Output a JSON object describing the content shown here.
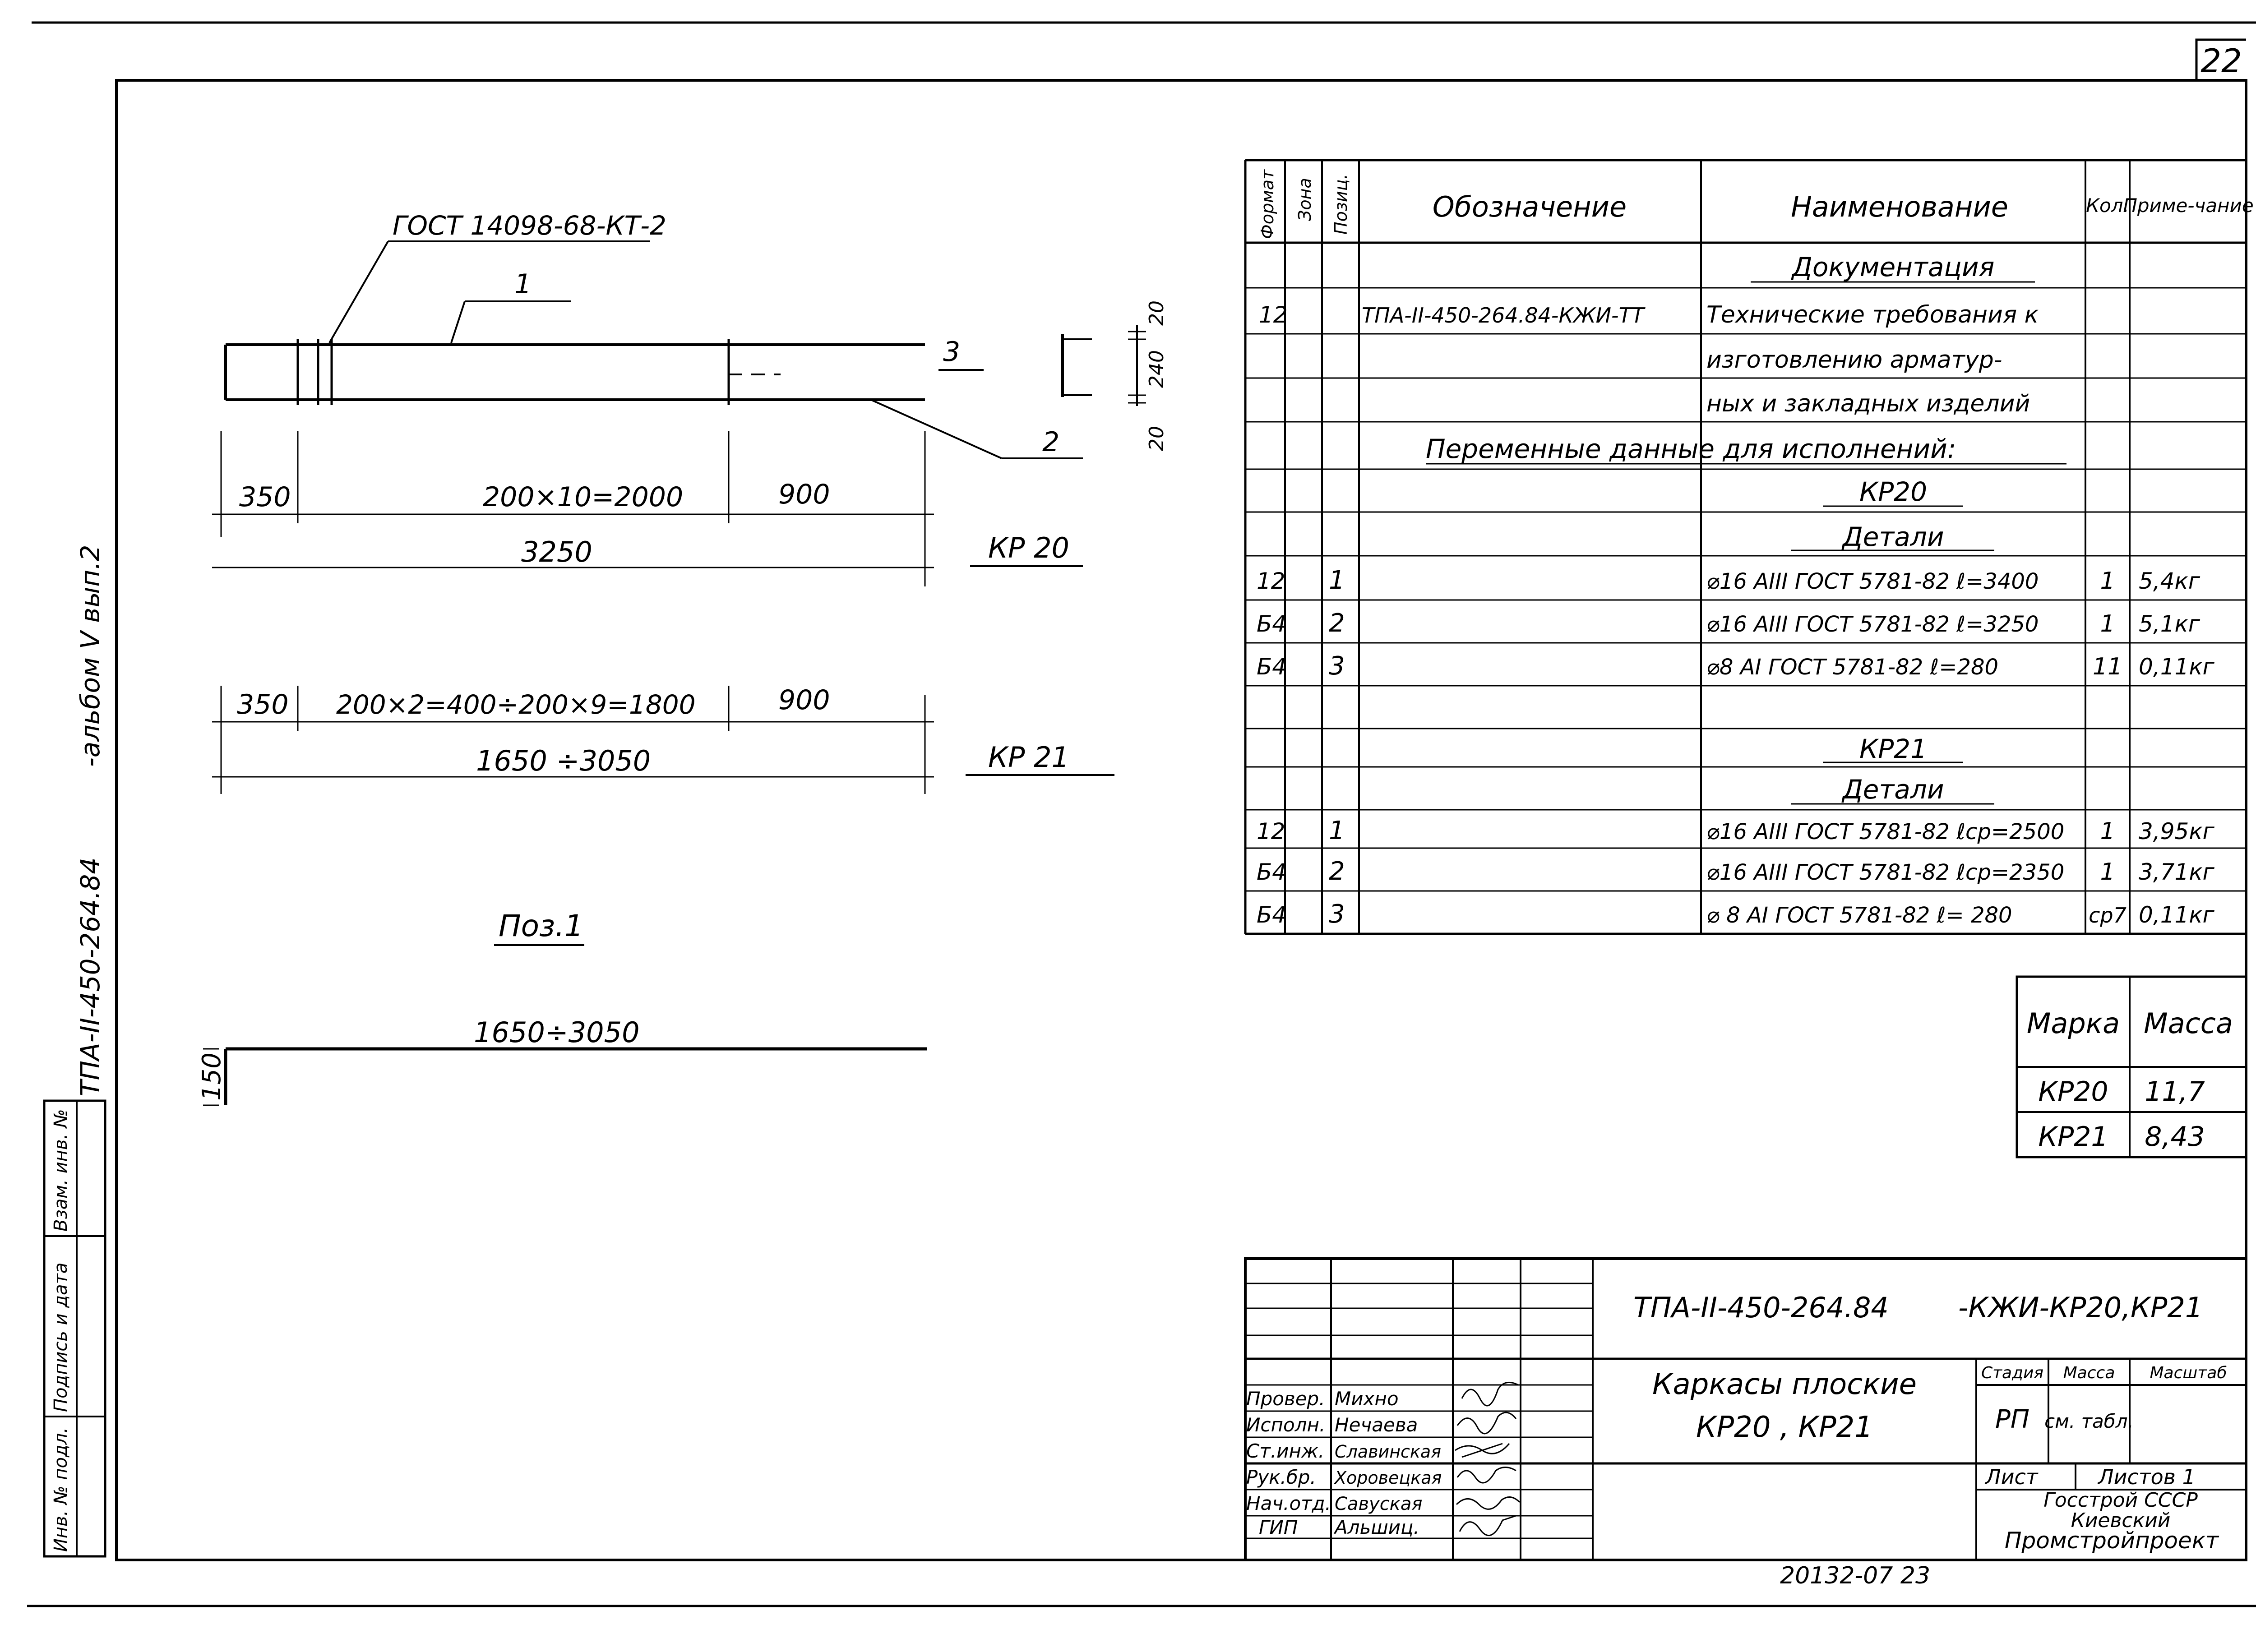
{
  "sheet_number": "22",
  "left_margin": {
    "doc_code": "ТПА-II-450-264.84",
    "album": "-альбом V вып.2",
    "stamp_cells": [
      "Инв. № подл.",
      "Подпись и дата",
      "Взам. инв. №"
    ]
  },
  "drawing": {
    "gost_label": "ГОСТ 14098-68-КТ-2",
    "pos_1": "1",
    "pos_2": "2",
    "pos_3": "3",
    "dim_20_top": "20",
    "dim_240": "240",
    "dim_20_bottom": "20",
    "kp20": {
      "dim_350": "350",
      "dim_mid": "200×10=2000",
      "dim_900": "900",
      "dim_total": "3250",
      "label": "КР 20"
    },
    "kp21": {
      "dim_350": "350",
      "dim_mid": "200×2=400÷200×9=1800",
      "dim_900": "900",
      "dim_total": "1650 ÷3050",
      "label": "КР 21"
    },
    "poz1": {
      "title": "Поз.1",
      "dim_length": "1650÷3050",
      "dim_150": "150"
    }
  },
  "spec": {
    "headers": {
      "format": "Формат",
      "zone": "Зона",
      "pos": "Позиц.",
      "designation": "Обозначение",
      "name": "Наименование",
      "qty": "Кол.",
      "note": "Приме-чание"
    },
    "section_docs": "Документация",
    "doc_row": {
      "format": "12",
      "designation": "ТПА-II-450-264.84-КЖИ-ТТ",
      "name_lines": [
        "Технические требования к",
        "изготовлению арматур-",
        "ных и закладных изделий"
      ]
    },
    "variable_data": "Переменные данные для исполнений:",
    "kp20": {
      "title": "КР20",
      "details": "Детали",
      "rows": [
        {
          "format": "12",
          "pos": "1",
          "name": "⌀16 АIII ГОСТ 5781-82 ℓ=3400",
          "qty": "1",
          "note": "5,4кг"
        },
        {
          "format": "Б4",
          "pos": "2",
          "name": "⌀16 АIII ГОСТ 5781-82 ℓ=3250",
          "qty": "1",
          "note": "5,1кг"
        },
        {
          "format": "Б4",
          "pos": "3",
          "name": "⌀8 АI ГОСТ 5781-82 ℓ=280",
          "qty": "11",
          "note": "0,11кг"
        }
      ]
    },
    "kp21": {
      "title": "КР21",
      "details": "Детали",
      "rows": [
        {
          "format": "12",
          "pos": "1",
          "name": "⌀16 АIII ГОСТ 5781-82 ℓср=2500",
          "qty": "1",
          "note": "3,95кг"
        },
        {
          "format": "Б4",
          "pos": "2",
          "name": "⌀16 АIII ГОСТ 5781-82 ℓср=2350",
          "qty": "1",
          "note": "3,71кг"
        },
        {
          "format": "Б4",
          "pos": "3",
          "name": "⌀ 8 АI ГОСТ 5781-82 ℓ= 280",
          "qty": "ср7",
          "note": "0,11кг"
        }
      ]
    }
  },
  "mass_table": {
    "headers": [
      "Марка",
      "Масса"
    ],
    "rows": [
      [
        "КР20",
        "11,7"
      ],
      [
        "КР21",
        "8,43"
      ]
    ]
  },
  "title_block": {
    "doc_code": "ТПА-II-450-264.84",
    "doc_suffix": "-КЖИ-КР20,КР21",
    "title_line1": "Каркасы плоские",
    "title_line2": "КР20 , КР21",
    "stage_label": "Стадия",
    "mass_label": "Масса",
    "scale_label": "Масштаб",
    "stage": "РП",
    "mass_value": "см. табл.",
    "sheet_label": "Лист",
    "sheets_label": "Листов 1",
    "org_lines": [
      "Госстрой СССР",
      "Киевский",
      "Промстройпроект"
    ],
    "people": [
      {
        "role": "Провер.",
        "name": "Михно"
      },
      {
        "role": "Исполн.",
        "name": "Нечаева"
      },
      {
        "role": "Ст.инж.",
        "name": "Славинская"
      },
      {
        "role": "Рук.бр.",
        "name": "Хоровецкая"
      },
      {
        "role": "Нач.отд.",
        "name": "Савуская"
      },
      {
        "role": "ГИП",
        "name": "Альшиц."
      }
    ]
  },
  "footer_code": "20132-07   23"
}
